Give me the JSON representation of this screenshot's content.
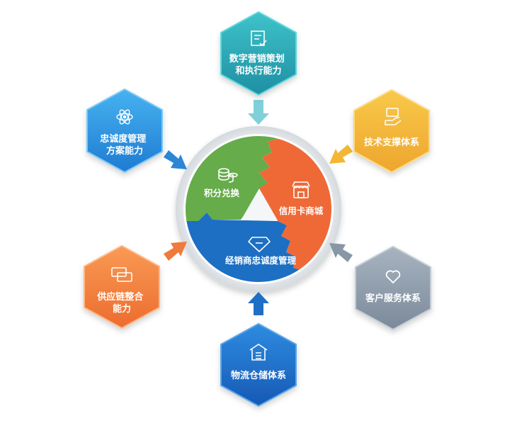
{
  "hexagons": [
    {
      "id": "top",
      "lines": [
        "数字营销策划",
        "和执行能力"
      ],
      "icon": "document-check-icon"
    },
    {
      "id": "right-top",
      "lines": [
        "技术支撑体系"
      ],
      "icon": "hand-card-icon"
    },
    {
      "id": "right-bottom",
      "lines": [
        "客户服务体系"
      ],
      "icon": "heart-icon"
    },
    {
      "id": "bottom",
      "lines": [
        "物流仓储体系"
      ],
      "icon": "warehouse-icon"
    },
    {
      "id": "left-bottom",
      "lines": [
        "供应链整合",
        "能力"
      ],
      "icon": "cards-icon"
    },
    {
      "id": "left-top",
      "lines": [
        "忠诚度管理",
        "方案能力"
      ],
      "icon": "atom-icon"
    }
  ],
  "center": {
    "green_label": "积分兑换",
    "orange_label": "信用卡商城",
    "blue_label": "经销商忠诚度管理",
    "green_icon": "coins-stack-icon",
    "orange_icon": "shop-icon",
    "blue_icon": "diamond-icon"
  },
  "colors": {
    "teal": "#2aa7b5",
    "yellow": "#f2b23a",
    "gray": "#8c9bab",
    "blue": "#1f74c9",
    "orange": "#f07c3c",
    "sky": "#2d8fe0",
    "green": "#6ab04c",
    "coral": "#ef6b3b",
    "navy": "#1d6fc2"
  }
}
